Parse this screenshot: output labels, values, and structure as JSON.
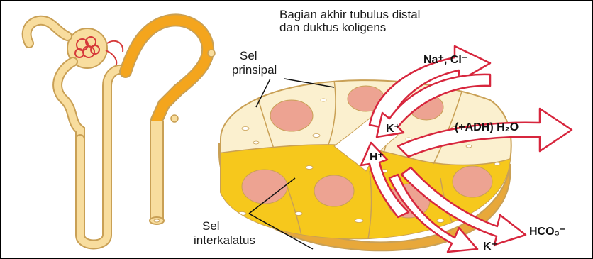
{
  "title_line1": "Bagian akhir tubulus distal",
  "title_line2": "dan duktus koligens",
  "label_principal": {
    "line1": "Sel",
    "line2": "prinsipal"
  },
  "label_intercalated": {
    "line1": "Sel",
    "line2": "interkalatus"
  },
  "ions": {
    "na_cl": "Na⁺, Cl⁻",
    "k_in": "K⁺",
    "h2o": "(+ADH) H₂O",
    "h": "H⁺",
    "hco3": "HCO₃⁻",
    "k_out": "K⁺"
  },
  "colors": {
    "tubule_fill": "#f8dd9e",
    "tubule_stroke": "#c9a055",
    "collecting_duct": "#f4a51d",
    "glomerulus": "#d63a3a",
    "principal_cell": "#fbf0cf",
    "intercalated_cell": "#f6c81c",
    "nucleus": "#eda392",
    "arrow_outline": "#d7263d"
  }
}
